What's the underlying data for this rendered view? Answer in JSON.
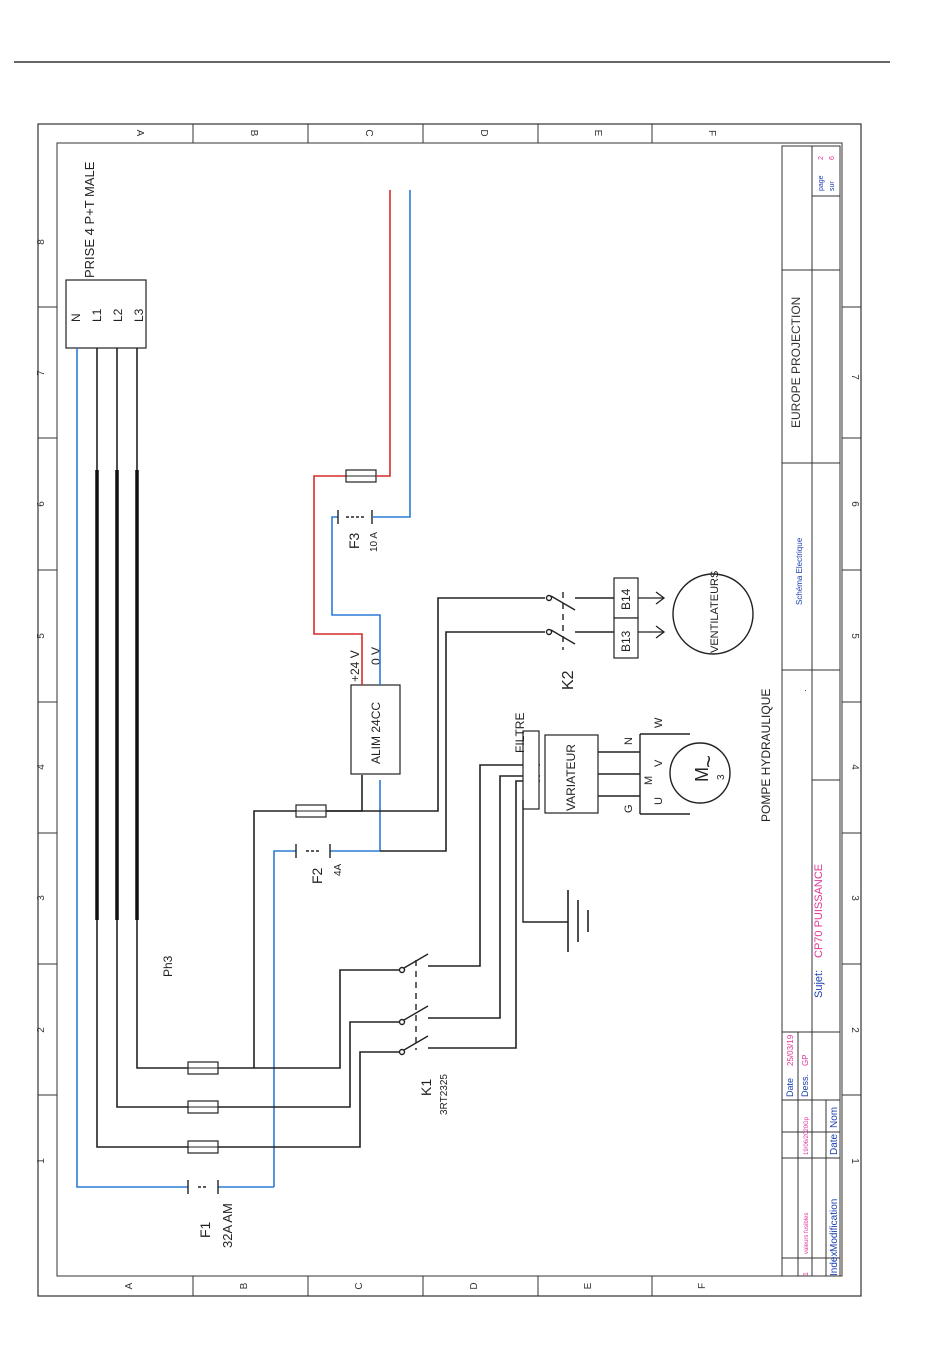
{
  "colors": {
    "line": "#222222",
    "blue": "#2b7bd6",
    "red": "#d62b2b",
    "pink": "#e0359a",
    "navy": "#1a3fb0",
    "frame": "#333333"
  },
  "frame": {
    "col_letters": [
      "A",
      "B",
      "C",
      "D",
      "E",
      "F"
    ],
    "row_numbers": [
      "8",
      "7",
      "6",
      "5",
      "4",
      "3",
      "2",
      "1"
    ]
  },
  "plug": {
    "label": "PRISE 4 P+T MALE",
    "pins": [
      "N",
      "L1",
      "L2",
      "L3"
    ]
  },
  "fuses": {
    "f1": {
      "name": "F1",
      "rating": "32A AM"
    },
    "f2": {
      "name": "F2",
      "rating": "4A"
    },
    "f3": {
      "name": "F3",
      "rating": "10 A"
    }
  },
  "phase_label": "Ph3",
  "k1": {
    "name": "K1",
    "ref": "3RT2325"
  },
  "k2": {
    "name": "K2"
  },
  "psu": {
    "label": "ALIM 24CC",
    "plus": "+24 V",
    "zero": "0 V"
  },
  "filter_label": "FILTRE",
  "drive": {
    "label": "VARIATEUR",
    "n": "N",
    "g": "G"
  },
  "motor": {
    "label": "M",
    "phase": "3",
    "tilde": "~",
    "u": "U",
    "v": "V",
    "w": "W",
    "m": "M",
    "caption": "POMPE HYDRAULIQUE"
  },
  "fans": {
    "label": "VENTILATEURS",
    "b13": "B13",
    "b14": "B14"
  },
  "title_block": {
    "company": "EUROPE PROJECTION",
    "schema": "Schéma Electrique",
    "sujet_label": "Sujet:",
    "sujet": "CP70 PUISSANCE",
    "page_label": "page",
    "page": "2",
    "sur_label": "sur",
    "total": "6",
    "date_label": "Date",
    "date": "25/03/19",
    "dess_label": "Dess.",
    "dess": "GP",
    "index_label": "Index",
    "modification_label": "Modification",
    "mod_date_label": "Date",
    "nom_label": "Nom",
    "rev_index": "1",
    "rev_modification": "valeurs fusibles",
    "rev_date": "19/06/2020",
    "rev_nom": "Gp",
    "dot": "."
  }
}
